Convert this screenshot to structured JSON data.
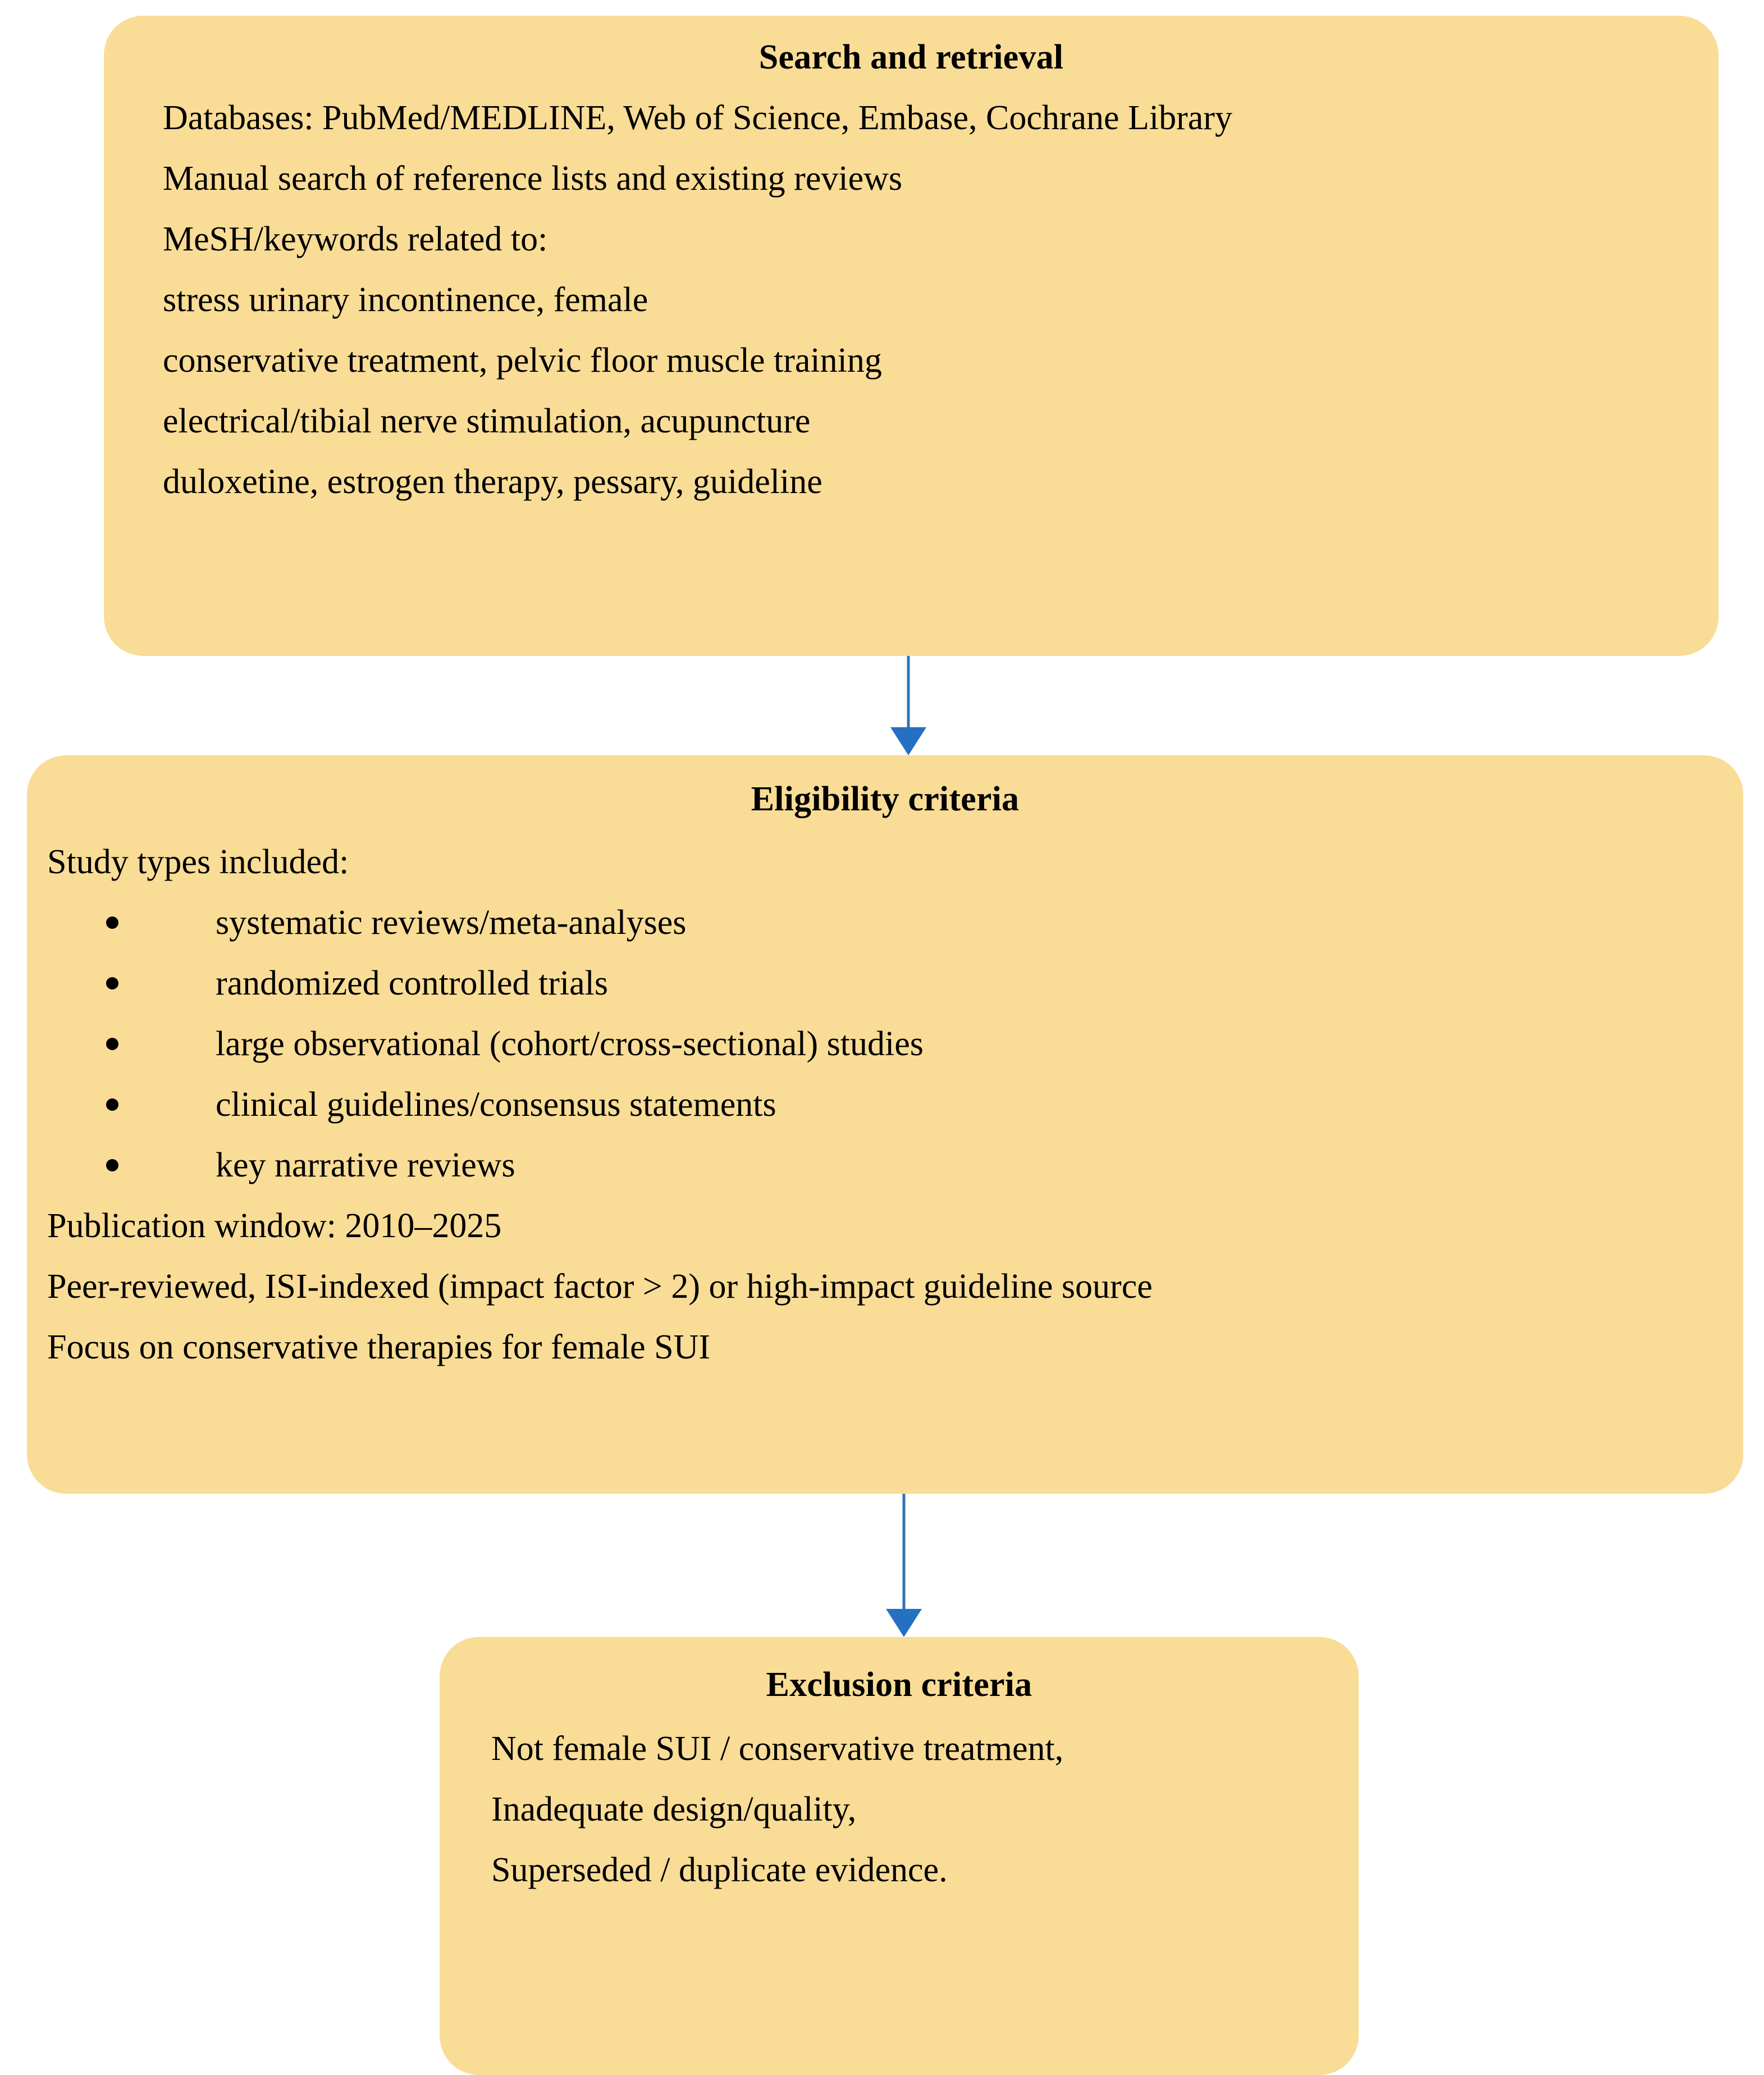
{
  "theme": {
    "box_fill": "#F9DC96",
    "arrow_color": "#2E74B5",
    "arrowhead_color": "#2570C0",
    "text_color": "#000000",
    "page_background": "#FFFFFF"
  },
  "boxes": {
    "search": {
      "title": "Search and retrieval",
      "lines": [
        "Databases: PubMed/MEDLINE, Web of Science, Embase, Cochrane Library",
        "Manual search of reference lists and existing reviews",
        "MeSH/keywords related to:",
        "stress urinary incontinence, female",
        "conservative treatment, pelvic floor muscle training",
        "electrical/tibial nerve stimulation, acupuncture",
        "duloxetine, estrogen therapy, pessary, guideline"
      ]
    },
    "eligibility": {
      "title": "Eligibility criteria",
      "intro": "Study types included:",
      "bullets": [
        "systematic reviews/meta-analyses",
        "randomized controlled trials",
        "large observational (cohort/cross-sectional) studies",
        "clinical guidelines/consensus statements",
        "key narrative reviews"
      ],
      "lines_after": [
        "Publication window: 2010–2025",
        "Peer-reviewed, ISI-indexed (impact factor > 2) or high-impact guideline source",
        "Focus on conservative therapies for female SUI"
      ]
    },
    "exclusion": {
      "title": "Exclusion criteria",
      "lines": [
        "Not female SUI / conservative treatment,",
        "Inadequate design/quality,",
        "Superseded / duplicate evidence."
      ]
    }
  },
  "arrows": [
    {
      "name": "search-to-eligibility",
      "direction": "down"
    },
    {
      "name": "eligibility-to-exclusion",
      "direction": "down"
    }
  ]
}
